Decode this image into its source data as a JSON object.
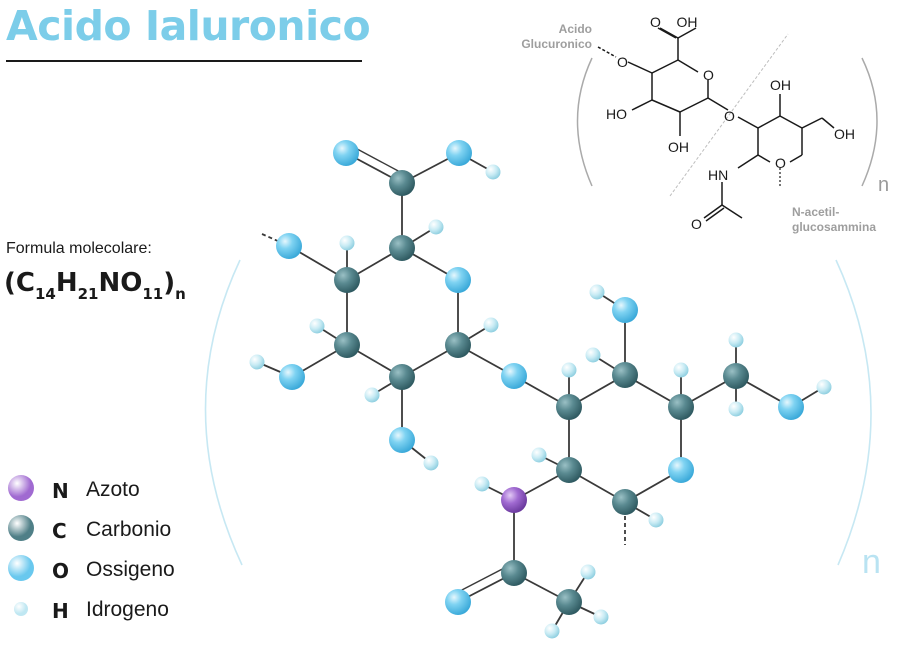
{
  "title": "Acido Ialuronico",
  "formula": {
    "label": "Formula molecolare:",
    "open": "(C",
    "c_count": "14",
    "h": "H",
    "h_count": "21",
    "no": "NO",
    "o_count": "11",
    "close": ")",
    "n": "n"
  },
  "legend": [
    {
      "symbol": "N",
      "name": "Azoto",
      "color": "#a06ad1"
    },
    {
      "symbol": "C",
      "name": "Carbonio",
      "color": "#4f7f87"
    },
    {
      "symbol": "O",
      "name": "Ossigeno",
      "color": "#69c8ee"
    },
    {
      "symbol": "H",
      "name": "Idrogeno",
      "color": "#bfe7f2"
    }
  ],
  "repeat_label": "n",
  "skeletal": {
    "glucuronic_label": "Acido Glucuronico",
    "glucuronic_line1": "Acido",
    "glucuronic_line2": "Glucuronico",
    "nag_line1": "N-acetil-",
    "nag_line2": "glucosammina",
    "cooh": "O    OH",
    "o_ring1": "O",
    "o_link_left": "O",
    "ho_left": "HO",
    "oh_bottom": "OH",
    "o_bridge": "O",
    "oh_top": "OH",
    "o_ring2": "O",
    "oh_right": "OH",
    "hn": "HN",
    "o_acetyl": "O",
    "n": "n"
  }
}
